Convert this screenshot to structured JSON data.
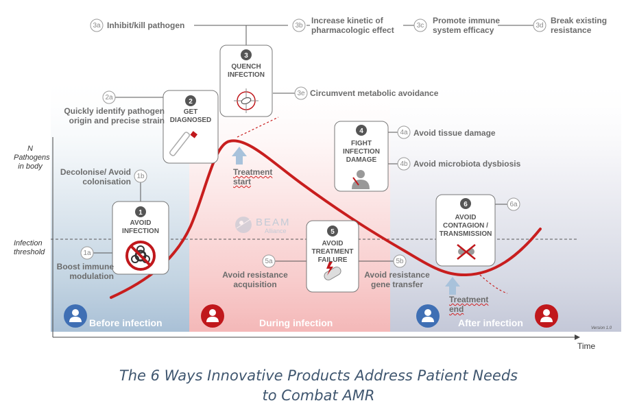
{
  "axes": {
    "y_label": "N Pathogens in body",
    "threshold_label": "Infection threshold",
    "x_label": "Time"
  },
  "phases": {
    "before": "Before infection",
    "during": "During infection",
    "after": "After infection"
  },
  "version": "Version 1.0",
  "watermark": {
    "name": "BEAM",
    "sub": "Alliance"
  },
  "boxes": {
    "b1": {
      "num": "1",
      "title": "AVOID INFECTION"
    },
    "b2": {
      "num": "2",
      "title": "GET DIAGNOSED"
    },
    "b3": {
      "num": "3",
      "title": "QUENCH INFECTION"
    },
    "b4": {
      "num": "4",
      "title": "FIGHT INFECTION DAMAGE"
    },
    "b5": {
      "num": "5",
      "title": "AVOID TREATMENT FAILURE"
    },
    "b6": {
      "num": "6",
      "title": "AVOID CONTAGION / TRANSMISSION"
    }
  },
  "labels": {
    "1a": {
      "badge": "1a",
      "text": "Boost immune modulation"
    },
    "1b": {
      "badge": "1b",
      "text": "Decolonise/ Avoid colonisation"
    },
    "2a": {
      "badge": "2a",
      "text": "Quickly identify pathogen origin and precise strain"
    },
    "3a": {
      "badge": "3a",
      "text": "Inhibit/kill pathogen"
    },
    "3b": {
      "badge": "3b",
      "text": "Increase kinetic of pharmacologic effect"
    },
    "3c": {
      "badge": "3c",
      "text": "Promote immune system efficacy"
    },
    "3d": {
      "badge": "3d",
      "text": "Break existing resistance"
    },
    "3e": {
      "badge": "3e",
      "text": "Circumvent metabolic avoidance"
    },
    "4a": {
      "badge": "4a",
      "text": "Avoid tissue damage"
    },
    "4b": {
      "badge": "4b",
      "text": "Avoid microbiota dysbiosis"
    },
    "5a": {
      "badge": "5a",
      "text": "Avoid resistance acquisition"
    },
    "5b": {
      "badge": "5b",
      "text": "Avoid resistance gene transfer"
    },
    "6a": {
      "badge": "6a",
      "text": ""
    }
  },
  "treatment_start": "Treatment start",
  "treatment_end": "Treatment end",
  "caption": {
    "line1": "The 6 Ways Innovative Products Address Patient Needs",
    "line2": "to Combat AMR"
  },
  "colors": {
    "curve": "#c81e1e",
    "before": "#c9d9e6",
    "during": "#f7c6c6",
    "after": "#d5d9e6",
    "person_blue": "#3f6fb4",
    "person_red": "#c0181c"
  }
}
